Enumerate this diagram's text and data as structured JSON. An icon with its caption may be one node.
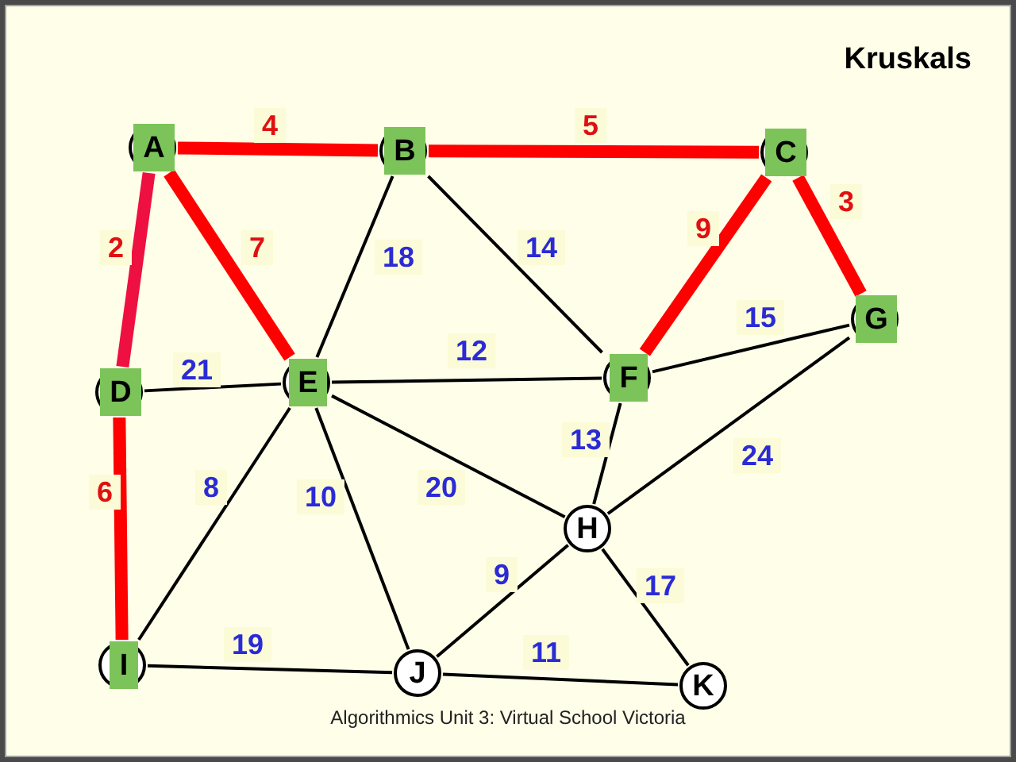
{
  "diagram": {
    "title": "Kruskals",
    "caption": "Algorithmics Unit 3: Virtual School Victoria",
    "nodes": [
      {
        "text": [
          "A"
        ]
      },
      {
        "text": [
          "B"
        ]
      },
      {
        "text": [
          "C"
        ]
      },
      {
        "text": [
          "D"
        ]
      },
      {
        "text": [
          "E"
        ]
      },
      {
        "text": [
          "F"
        ]
      },
      {
        "text": [
          "G"
        ]
      },
      {
        "text": [
          "H"
        ]
      },
      {
        "text": [
          "I"
        ]
      },
      {
        "text": [
          "J"
        ]
      },
      {
        "text": [
          "K"
        ]
      }
    ],
    "edges": [
      {
        "from": 0,
        "to": 1,
        "arrow": "none",
        "label": "4",
        "style": "thick",
        "color": "#ff0000"
      },
      {
        "from": 1,
        "to": 2,
        "arrow": "none",
        "label": "5",
        "style": "thick",
        "color": "#ff0000"
      },
      {
        "from": 0,
        "to": 3,
        "arrow": "none",
        "label": "2",
        "style": "thick",
        "color": "#ee1040"
      },
      {
        "from": 0,
        "to": 4,
        "arrow": "none",
        "label": "7",
        "style": "thick",
        "color": "#ff0000"
      },
      {
        "from": 1,
        "to": 4,
        "arrow": "none",
        "label": "18"
      },
      {
        "from": 1,
        "to": 5,
        "arrow": "none",
        "label": "14"
      },
      {
        "from": 2,
        "to": 5,
        "arrow": "none",
        "label": "9",
        "style": "thick",
        "color": "#ff0000"
      },
      {
        "from": 2,
        "to": 6,
        "arrow": "none",
        "label": "3",
        "style": "thick",
        "color": "#ff0000"
      },
      {
        "from": 3,
        "to": 4,
        "arrow": "none",
        "label": "21"
      },
      {
        "from": 4,
        "to": 5,
        "arrow": "none",
        "label": "12"
      },
      {
        "from": 5,
        "to": 6,
        "arrow": "none",
        "label": "15"
      },
      {
        "from": 3,
        "to": 8,
        "arrow": "none",
        "label": "6",
        "style": "thick",
        "color": "#ff0000"
      },
      {
        "from": 4,
        "to": 8,
        "arrow": "none",
        "label": "8"
      },
      {
        "from": 4,
        "to": 9,
        "arrow": "none",
        "label": "10"
      },
      {
        "from": 4,
        "to": 7,
        "arrow": "none",
        "label": "20"
      },
      {
        "from": 5,
        "to": 7,
        "arrow": "none",
        "label": "13"
      },
      {
        "from": 6,
        "to": 7,
        "arrow": "none",
        "label": "24"
      },
      {
        "from": 7,
        "to": 9,
        "arrow": "none",
        "label": "9"
      },
      {
        "from": 7,
        "to": 10,
        "arrow": "none",
        "label": "17"
      },
      {
        "from": 8,
        "to": 9,
        "arrow": "none",
        "label": "19"
      },
      {
        "from": 9,
        "to": 10,
        "arrow": "none",
        "label": "11"
      }
    ]
  }
}
